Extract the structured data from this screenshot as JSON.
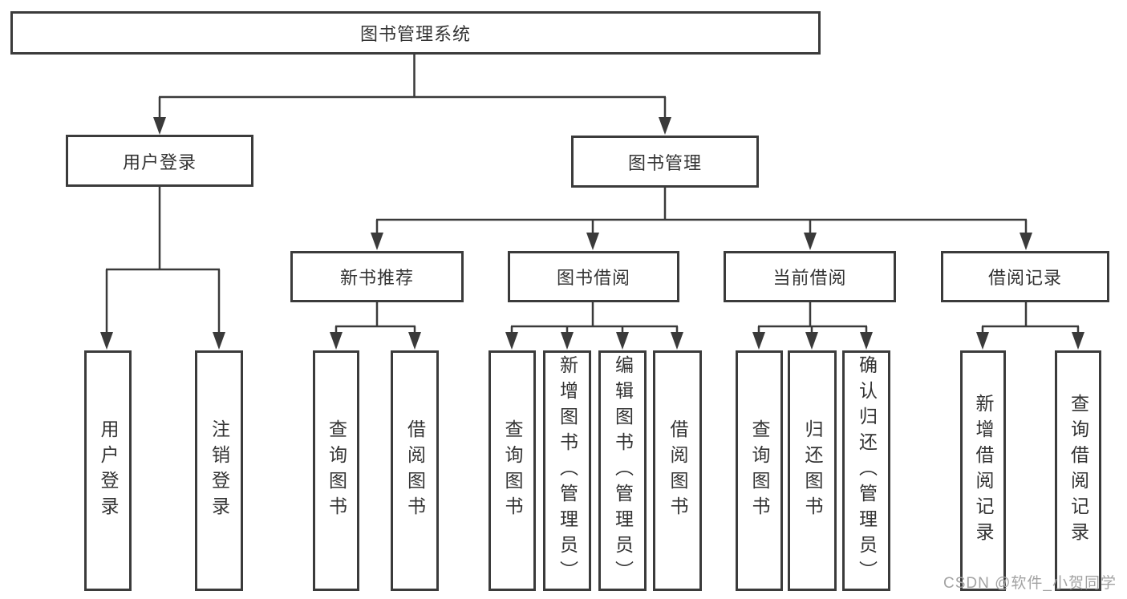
{
  "tree": {
    "root": "图书管理系统",
    "user_login": {
      "label": "用户登录",
      "children": [
        "用户登录",
        "注销登录"
      ]
    },
    "book_management": {
      "label": "图书管理",
      "new_book": {
        "label": "新书推荐",
        "children": [
          "查询图书",
          "借阅图书"
        ]
      },
      "book_borrow": {
        "label": "图书借阅",
        "children": [
          "查询图书",
          "新增图书（管理员）",
          "编辑图书（管理员）",
          "借阅图书"
        ]
      },
      "current_borrow": {
        "label": "当前借阅",
        "children": [
          "查询图书",
          "归还图书",
          "确认归还（管理员）"
        ]
      },
      "borrow_record": {
        "label": "借阅记录",
        "children": [
          "新增借阅记录",
          "查询借阅记录"
        ]
      }
    }
  },
  "colors": {
    "line": "#3a3a3a",
    "border": "#3b3b3b",
    "text": "#333333",
    "watermark": "#a3a3a3"
  },
  "watermark": "CSDN @软件_小贺同学"
}
